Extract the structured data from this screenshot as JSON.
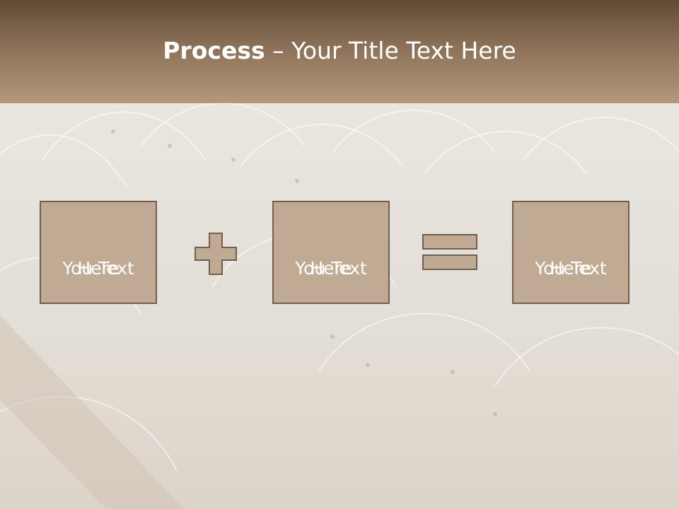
{
  "slide": {
    "title_bold": "Process",
    "title_rest": " – Your Title Text Here",
    "boxes": [
      {
        "line1": "You Text",
        "line2": "Here"
      },
      {
        "line1": "You Text",
        "line2": "Here"
      },
      {
        "line1": "You Text",
        "line2": "Here"
      }
    ],
    "operators": [
      "plus-icon",
      "equals-icon"
    ]
  },
  "colors": {
    "header_dark": "#5f4a35",
    "header_light": "#b4987d",
    "box_fill": "#c0aa94",
    "box_border": "#6f5f51",
    "text": "#ffffff"
  }
}
